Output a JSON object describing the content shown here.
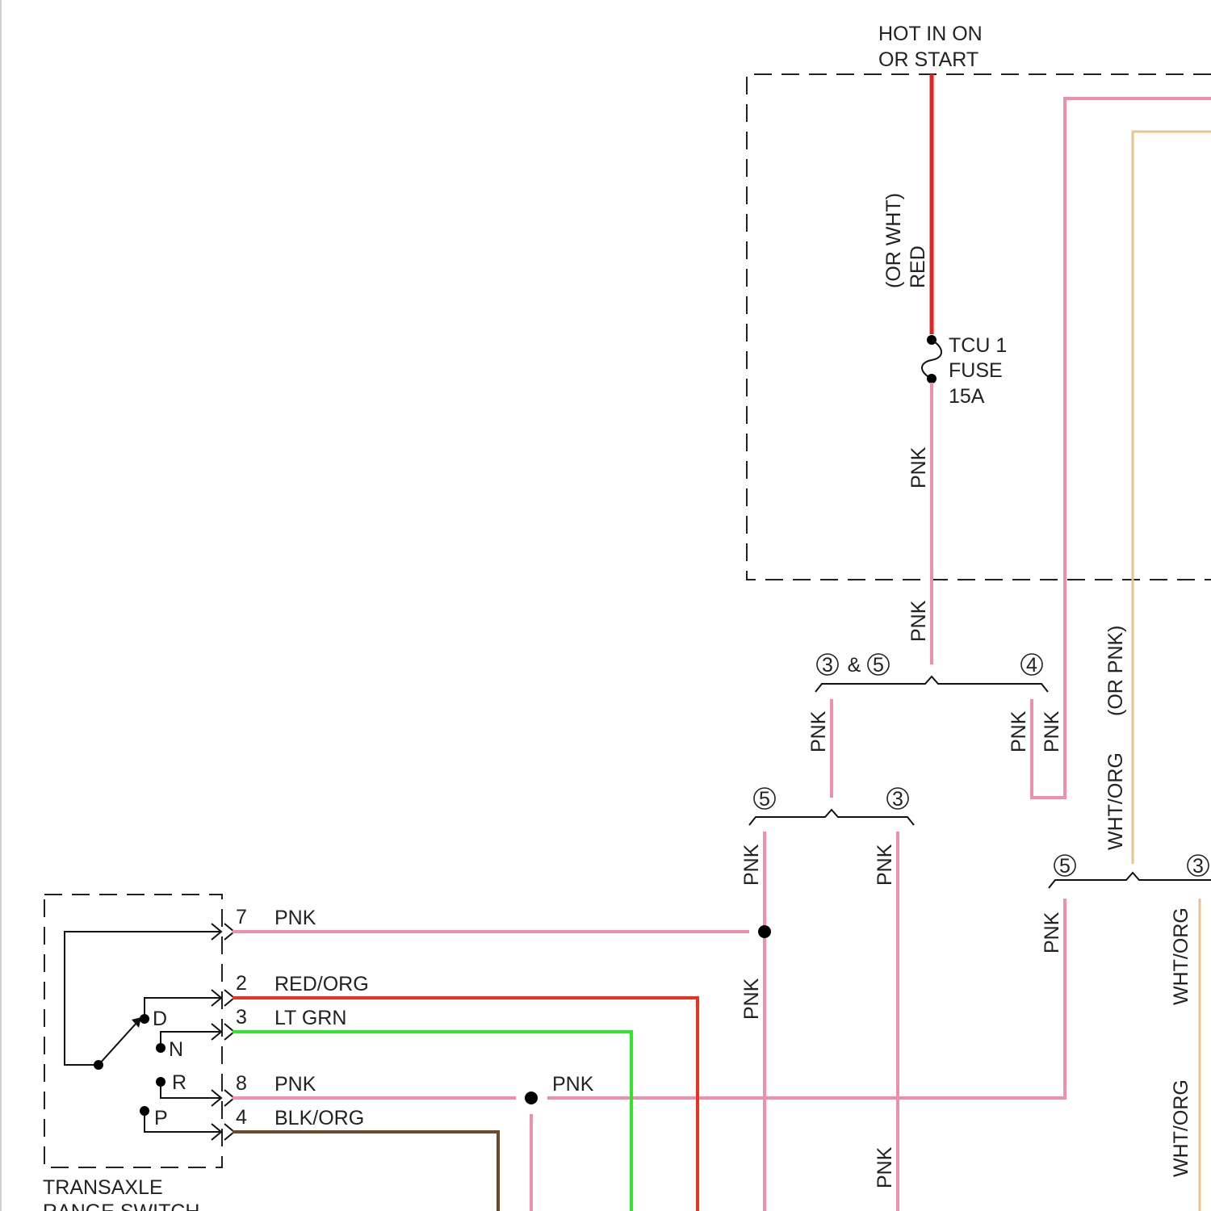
{
  "colors": {
    "pink": "#ee8fb0",
    "red": "#e52222",
    "red_org": "#e8341e",
    "lt_grn": "#2ee62a",
    "blk_org": "#6b4a2c",
    "wht_org": "#e6c48f"
  },
  "power": {
    "label_line1": "HOT IN ON",
    "label_line2": "OR START"
  },
  "fuse": {
    "line1": "TCU 1",
    "line2": "FUSE",
    "line3": "15A"
  },
  "wires": {
    "red_alt": "(OR WHT)",
    "red": "RED",
    "pnk": "PNK",
    "or_pnk": "(OR PNK)",
    "wht_org": "WHT/ORG"
  },
  "splices": {
    "top_left_a": "3",
    "amp": "&",
    "top_left_b": "5",
    "top_right": "4",
    "mid_left": "5",
    "mid_right": "3",
    "right_left": "5",
    "right_right": "3"
  },
  "switch": {
    "name_line1": "TRANSAXLE",
    "name_line2": "RANGE SWITCH",
    "positions": {
      "d": "D",
      "n": "N",
      "r": "R",
      "p": "P"
    },
    "pins": [
      {
        "pin": "7",
        "wire": "PNK"
      },
      {
        "pin": "2",
        "wire": "RED/ORG"
      },
      {
        "pin": "3",
        "wire": "LT GRN"
      },
      {
        "pin": "8",
        "wire": "PNK"
      },
      {
        "pin": "4",
        "wire": "BLK/ORG"
      }
    ],
    "junction_wire": "PNK"
  }
}
